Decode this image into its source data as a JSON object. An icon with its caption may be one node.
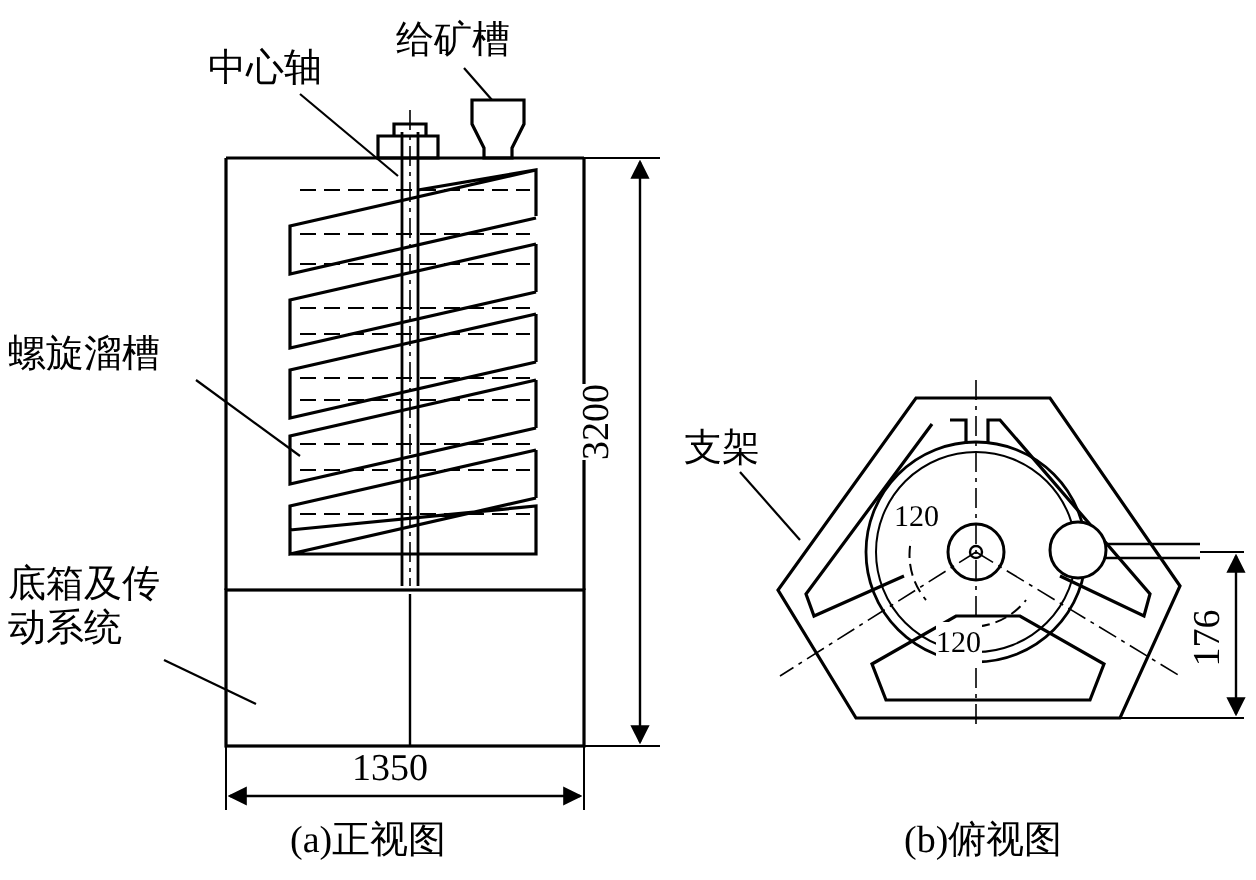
{
  "diagram": {
    "nodes": [
      {
        "text": [
          "给矿槽"
        ]
      },
      {
        "text": [],
        "shape": "picture"
      },
      {
        "text": [
          "中心轴"
        ]
      },
      {
        "text": [],
        "shape": "bar"
      },
      {
        "text": [
          "螺旋溜槽"
        ]
      },
      {
        "text": [],
        "shape": "picture"
      },
      {
        "text": [
          "支架"
        ]
      },
      {
        "text": [],
        "shape": "picture"
      },
      {
        "text": [
          "底箱及传动系统"
        ]
      },
      {
        "text": [],
        "shape": "box"
      }
    ],
    "edges": [
      {
        "from": 0,
        "to": 1,
        "arrow": "none"
      },
      {
        "from": 2,
        "to": 3,
        "arrow": "none"
      },
      {
        "from": 4,
        "to": 5,
        "arrow": "none"
      },
      {
        "from": 6,
        "to": 7,
        "arrow": "none"
      },
      {
        "from": 8,
        "to": 9,
        "arrow": "none"
      }
    ],
    "labels": [
      "3200",
      "120",
      "120",
      "176",
      "1350",
      "(a)正视图",
      "(b)俯视图"
    ]
  }
}
